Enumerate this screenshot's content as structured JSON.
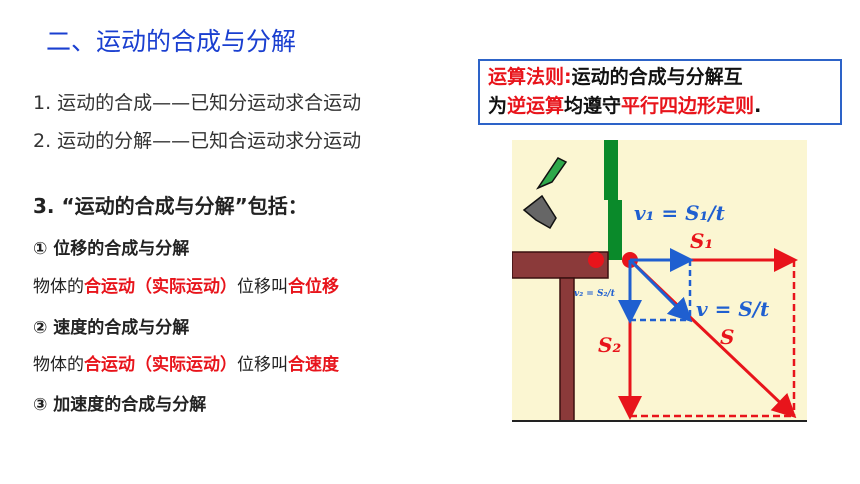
{
  "title": "二、运动的合成与分解",
  "lines": {
    "composition": "1. 运动的合成——已知分运动求合运动",
    "decomposition": "2. 运动的分解——已知合运动求分运动"
  },
  "section3": "3. “运动的合成与分解”包括：",
  "items": {
    "displacement": "① 位移的合成与分解",
    "velocity": "② 速度的合成与分解",
    "acceleration": "③ 加速度的合成与分解"
  },
  "desc1": {
    "prefix": "物体的",
    "red1": "合运动（实际运动）",
    "mid": "位移叫",
    "red2": "合位移"
  },
  "desc2": {
    "prefix": "物体的",
    "red1": "合运动（实际运动）",
    "mid": "位移叫",
    "red2": "合速度"
  },
  "rule": {
    "label": "运算法则:",
    "text1": "运动的合成与分解互",
    "text2a": "为",
    "red_a": "逆运算",
    "text2b": "均遵守",
    "red_b": "平行四边形定则",
    "end": "."
  },
  "figure": {
    "v1_label": "v₁ = S₁/t",
    "v2_label": "v₂ = S₂/t",
    "v_label": "v = S/t",
    "s1_label": "S₁",
    "s2_label": "S₂",
    "s_label": "S",
    "colors": {
      "red": "#e8141b",
      "blue": "#1f5fd0",
      "green": "#0a8a2a",
      "table": "#8b3a3a"
    }
  }
}
